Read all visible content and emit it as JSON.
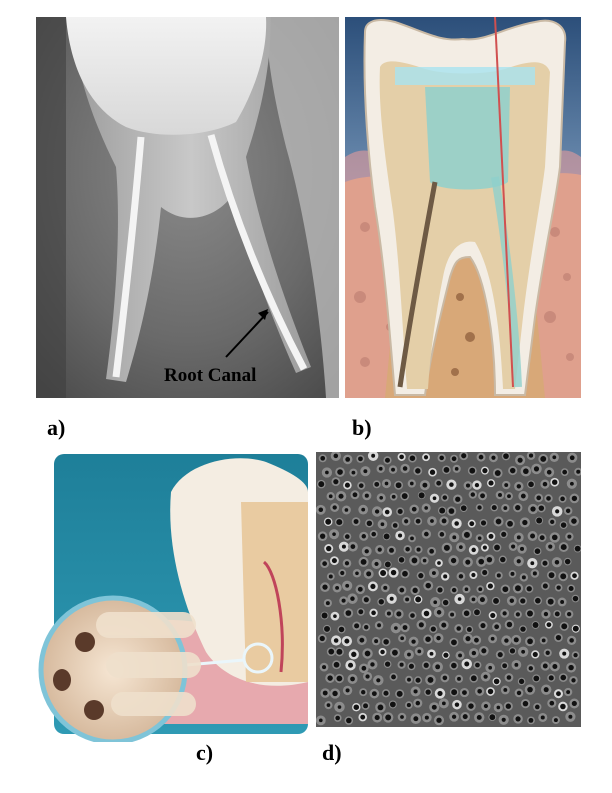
{
  "panels": {
    "a": {
      "label": "a)",
      "annotation": "Root Canal"
    },
    "b": {
      "label": "b)"
    },
    "c": {
      "label": "c)"
    },
    "d": {
      "label": "d)"
    }
  }
}
